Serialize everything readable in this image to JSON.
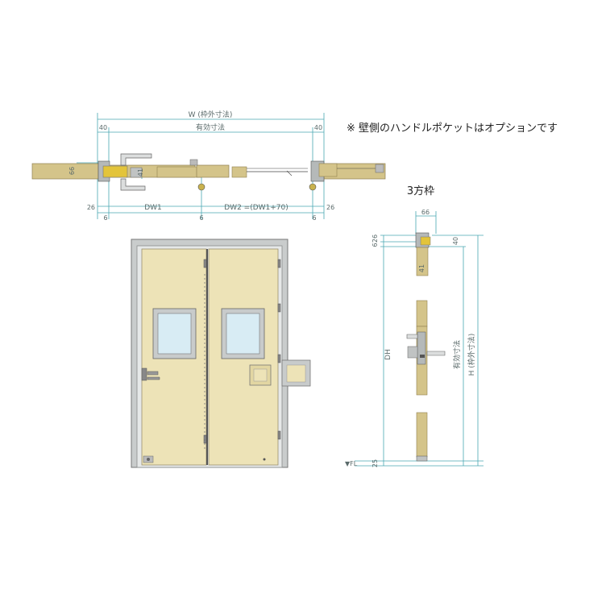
{
  "note": "※ 壁側のハンドルポケットはオプションです",
  "frame_label": "3方枠",
  "plan_dims": {
    "W": "W (枠外寸法)",
    "effective": "有効寸法",
    "left_40": "40",
    "right_40": "40",
    "d66": "66",
    "d41": "41",
    "d26_left": "26",
    "d26_right": "26",
    "dw1": "DW1",
    "dw2": "DW2 =(DW1+70)",
    "d6_a": "6",
    "d6_b": "6",
    "d6_c": "6"
  },
  "section_dims": {
    "d66": "66",
    "d6": "6",
    "d26": "26",
    "d40": "40",
    "d41": "41",
    "dh": "DH",
    "effective": "有効寸法",
    "H": "H (枠外寸法)",
    "fl": "▼FL",
    "d25": "25"
  },
  "colors": {
    "wall": "#d4c48a",
    "door_panel": "#ede3b7",
    "frame": "#c9cccc",
    "dim_line": "#4aa8b3",
    "glass": "#d8ecf4"
  }
}
